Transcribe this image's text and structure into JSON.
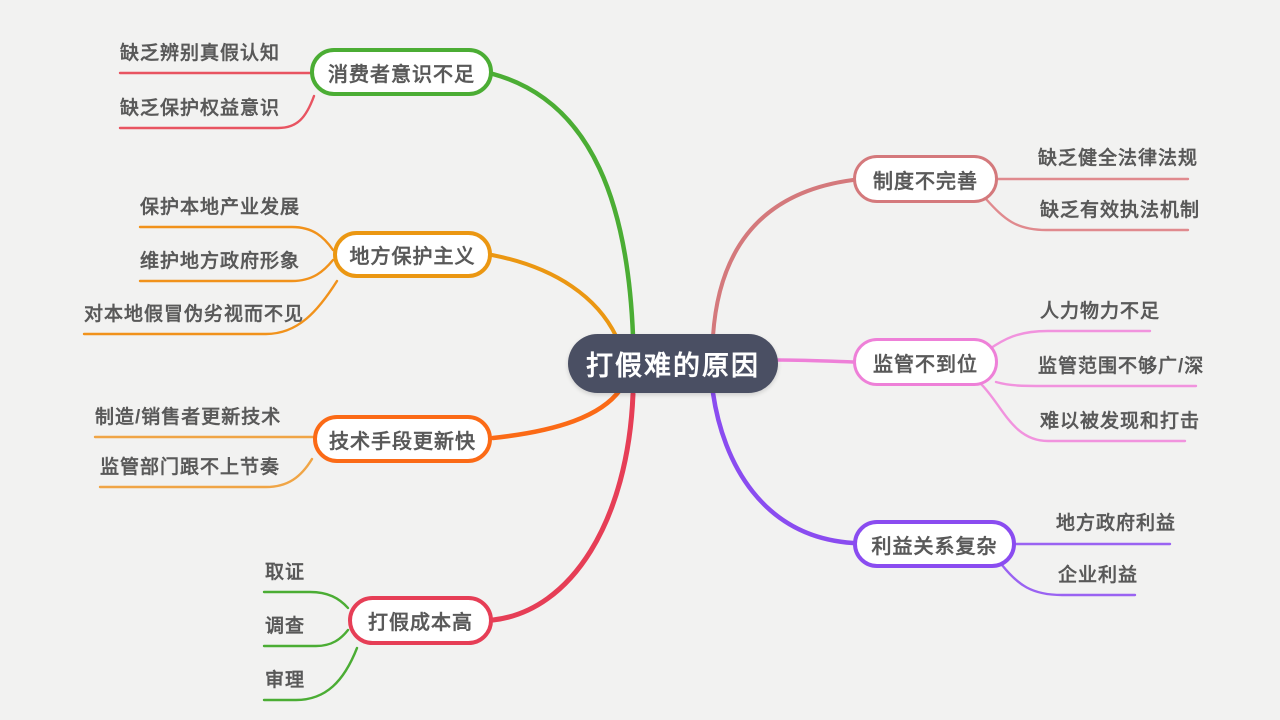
{
  "canvas": {
    "background": "#f2f2f1"
  },
  "center": {
    "label": "打假难的原因",
    "bg": "#4a4f63",
    "text_color": "#ffffff"
  },
  "branches": [
    {
      "id": "consumer-awareness",
      "label": "消费者意识不足",
      "color": "#4bad34",
      "child_line_color": "#e85461",
      "children": [
        "缺乏辨别真假认知",
        "缺乏保护权益意识"
      ]
    },
    {
      "id": "local-protectionism",
      "label": "地方保护主义",
      "color": "#eb9712",
      "child_line_color": "#f1921b",
      "children": [
        "保护本地产业发展",
        "维护地方政府形象",
        "对本地假冒伪劣视而不见"
      ]
    },
    {
      "id": "tech-updates",
      "label": "技术手段更新快",
      "color": "#fb6a16",
      "child_line_color": "#f0a546",
      "children": [
        "制造/销售者更新技术",
        "监管部门跟不上节奏"
      ]
    },
    {
      "id": "cost",
      "label": "打假成本高",
      "color": "#e63e56",
      "child_line_color": "#4bad34",
      "children": [
        "取证",
        "调查",
        "审理"
      ]
    },
    {
      "id": "system",
      "label": "制度不完善",
      "color": "#d4797c",
      "child_line_color": "#e08a8e",
      "children": [
        "缺乏健全法律法规",
        "缺乏有效执法机制"
      ]
    },
    {
      "id": "supervision",
      "label": "监管不到位",
      "color": "#ee80d8",
      "child_line_color": "#f193de",
      "children": [
        "人力物力不足",
        "监管范围不够广/深",
        "难以被发现和打击"
      ]
    },
    {
      "id": "interests",
      "label": "利益关系复杂",
      "color": "#8a4cf0",
      "child_line_color": "#9a63f2",
      "children": [
        "地方政府利益",
        "企业利益"
      ]
    }
  ]
}
